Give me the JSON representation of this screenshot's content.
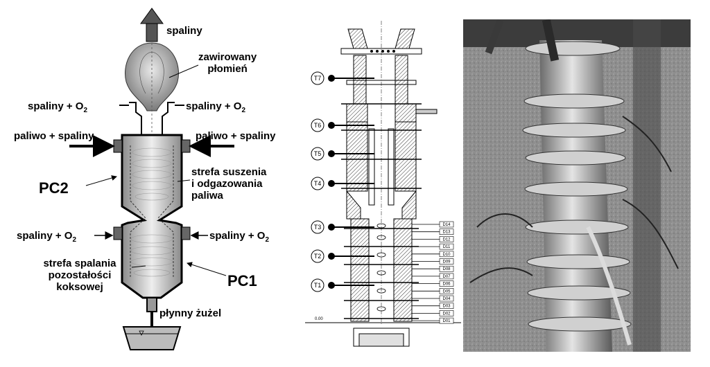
{
  "left_diagram": {
    "exhaust_top": "spaliny",
    "swirl_flame_line1": "zawirowany",
    "swirl_flame_line2": "płomień",
    "flue_o2_left": "spaliny + O",
    "flue_o2_right": "spaliny + O",
    "flue_o2_lower_left": "spaliny + O",
    "flue_o2_lower_right": "spaliny + O",
    "o2_subscript": "2",
    "fuel_left": "paliwo + spaliny",
    "fuel_right": "paliwo + spaliny",
    "pc2": "PC2",
    "pc1": "PC1",
    "drying_line1": "strefa suszenia",
    "drying_line2": "i odgazowania",
    "drying_line3": "paliwa",
    "combustion_line1": "strefa spalania",
    "combustion_line2": "pozostałości",
    "combustion_line3": "koksowej",
    "slag": "płynny żużel"
  },
  "section_drawing": {
    "thermocouples": [
      "T7",
      "T6",
      "T5",
      "T4",
      "T3",
      "T2",
      "T1"
    ],
    "ports": [
      "D14",
      "D13",
      "D12",
      "D11",
      "D10",
      "D09",
      "D08",
      "D07",
      "D06",
      "D05",
      "D04",
      "D03",
      "D02",
      "D01"
    ],
    "level": "0.00"
  },
  "photo": {
    "description_icon": "furnace-photo"
  }
}
